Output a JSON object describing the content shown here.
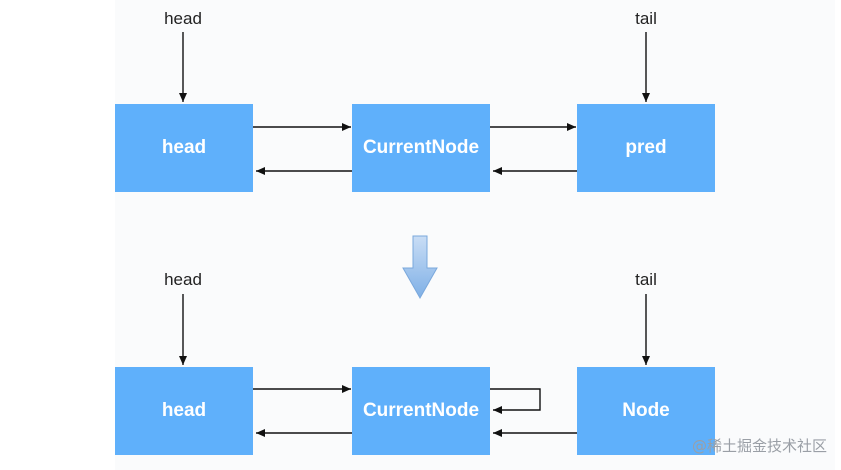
{
  "top": {
    "head_pointer": "head",
    "tail_pointer": "tail",
    "nodes": [
      "head",
      "CurrentNode",
      "pred"
    ]
  },
  "bottom": {
    "head_pointer": "head",
    "tail_pointer": "tail",
    "nodes": [
      "head",
      "CurrentNode",
      "Node"
    ]
  },
  "transition_arrow_icon": "down-arrow-icon",
  "colors": {
    "node_fill": "#5fb0fb",
    "arrow_fill": "#8fb9e8",
    "line": "#111111"
  },
  "watermark": "@稀土掘金技术社区"
}
